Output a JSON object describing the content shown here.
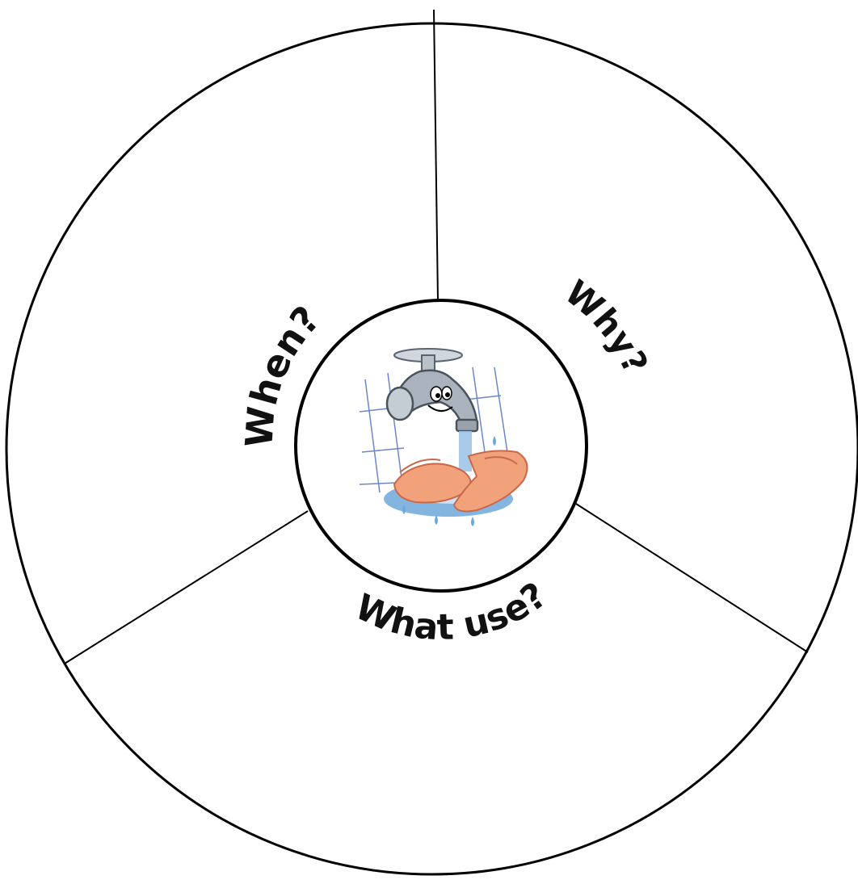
{
  "wheel": {
    "labels": {
      "when": "When?",
      "why": "Why?",
      "what_use": "What use?"
    }
  },
  "center_illustration": {
    "icon": "handwashing-faucet-icon"
  },
  "colors": {
    "outline": "#000000",
    "label": "#111111",
    "tile_lines": "#3b5fb5",
    "water": "#6fa8dc",
    "water_light": "#cfe2f3",
    "skin": "#f2a27a",
    "skin_dark": "#c9684a",
    "chrome": "#9aa3ad"
  }
}
